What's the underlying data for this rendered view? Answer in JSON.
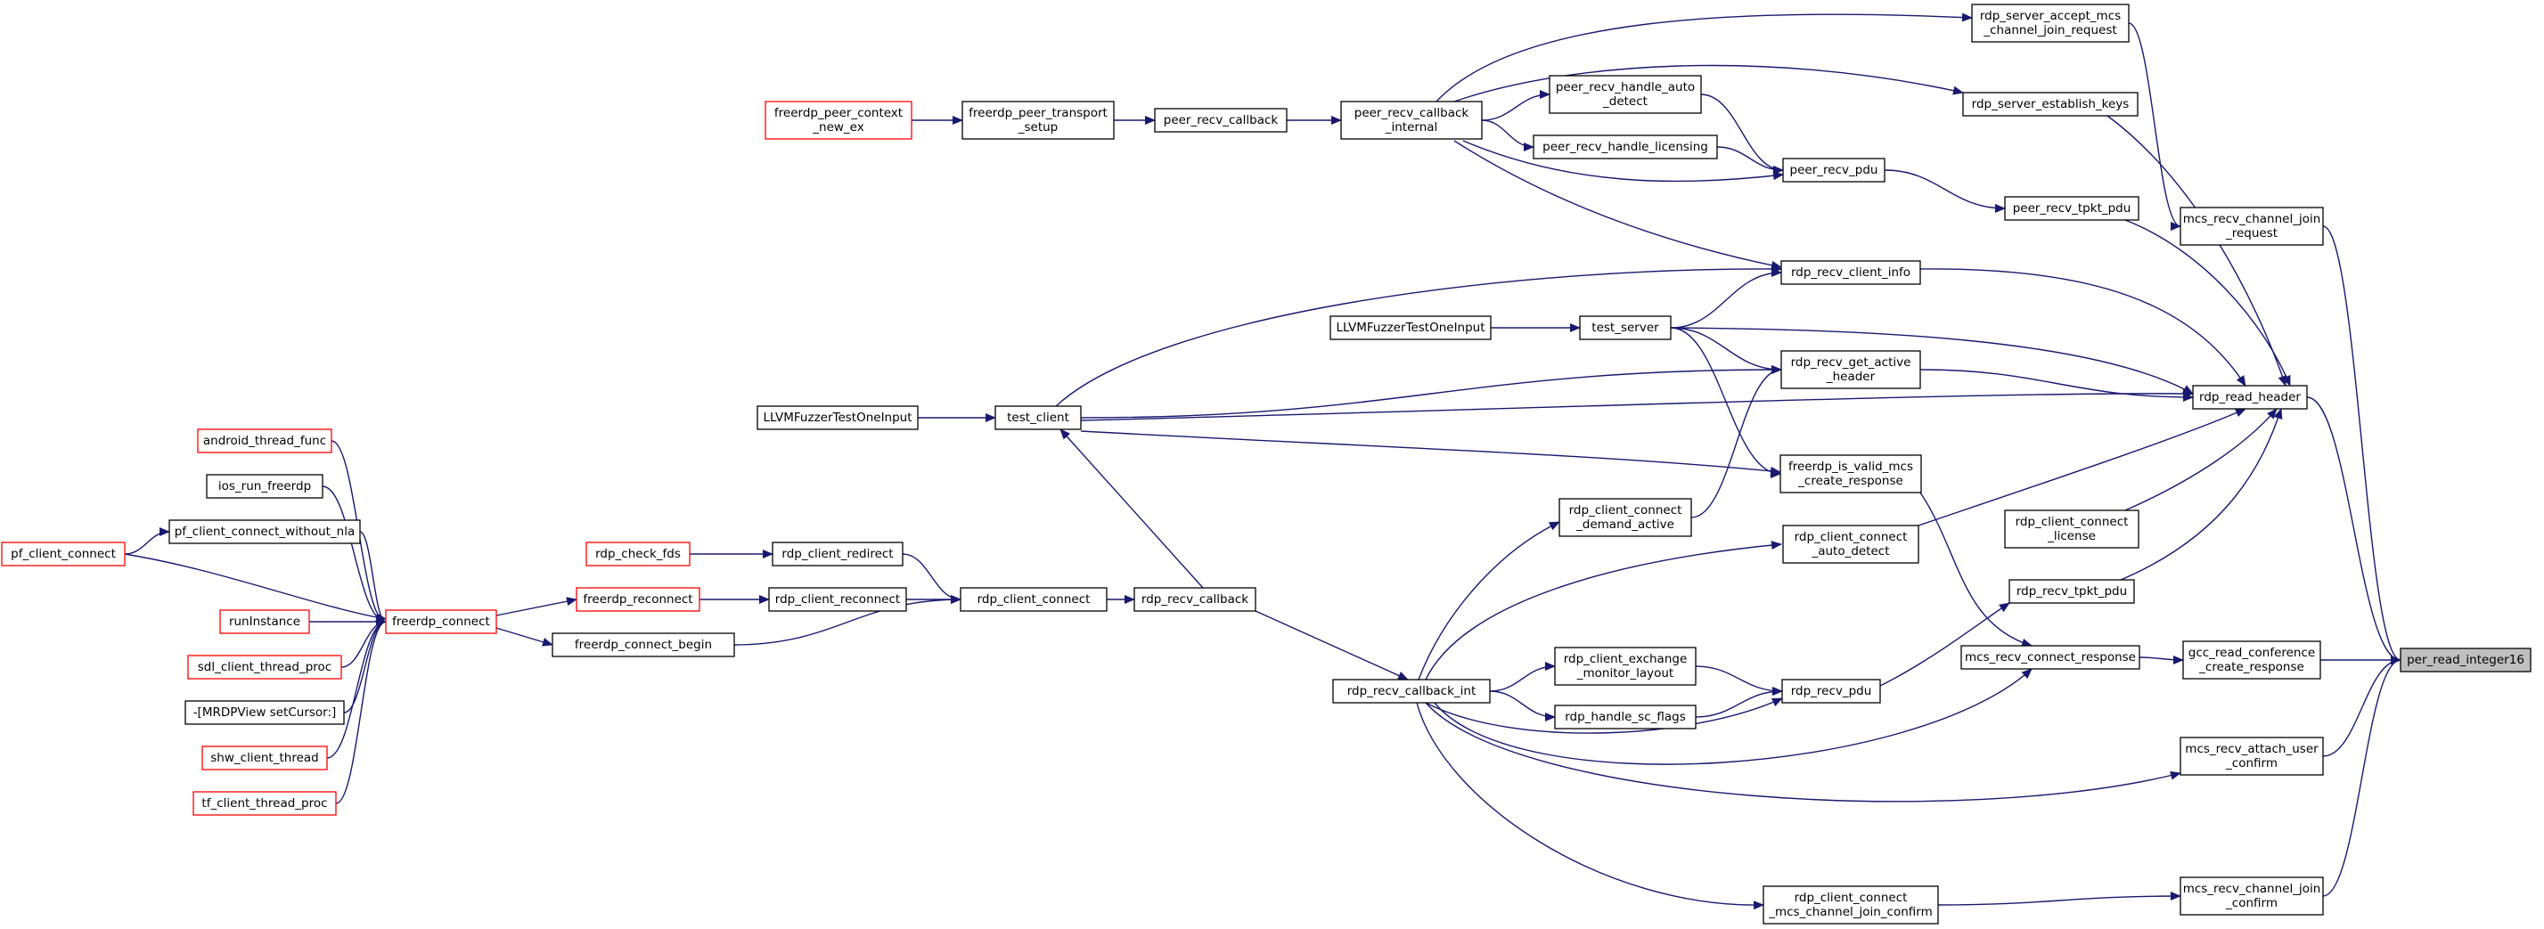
{
  "nodes": {
    "per_read_integer16": {
      "lines": [
        "per_read_integer16"
      ],
      "style": "root"
    },
    "rdp_read_header": {
      "lines": [
        "rdp_read_header"
      ],
      "style": "normal"
    },
    "gcc_read_conference_create_response": {
      "lines": [
        "gcc_read_conference",
        "_create_response"
      ],
      "style": "normal"
    },
    "mcs_recv_attach_user_confirm": {
      "lines": [
        "mcs_recv_attach_user",
        "_confirm"
      ],
      "style": "normal"
    },
    "mcs_recv_channel_join_confirm": {
      "lines": [
        "mcs_recv_channel_join",
        "_confirm"
      ],
      "style": "normal"
    },
    "mcs_recv_channel_join_request": {
      "lines": [
        "mcs_recv_channel_join",
        "_request"
      ],
      "style": "normal"
    },
    "rdp_server_accept_mcs_channel_join_request": {
      "lines": [
        "rdp_server_accept_mcs",
        "_channel_join_request"
      ],
      "style": "normal"
    },
    "rdp_server_establish_keys": {
      "lines": [
        "rdp_server_establish_keys"
      ],
      "style": "normal"
    },
    "peer_recv_tpkt_pdu": {
      "lines": [
        "peer_recv_tpkt_pdu"
      ],
      "style": "normal"
    },
    "rdp_client_connect_license": {
      "lines": [
        "rdp_client_connect",
        "_license"
      ],
      "style": "normal"
    },
    "rdp_recv_tpkt_pdu": {
      "lines": [
        "rdp_recv_tpkt_pdu"
      ],
      "style": "normal"
    },
    "mcs_recv_connect_response": {
      "lines": [
        "mcs_recv_connect_response"
      ],
      "style": "normal"
    },
    "peer_recv_pdu": {
      "lines": [
        "peer_recv_pdu"
      ],
      "style": "normal"
    },
    "rdp_recv_client_info": {
      "lines": [
        "rdp_recv_client_info"
      ],
      "style": "normal"
    },
    "rdp_recv_get_active_header": {
      "lines": [
        "rdp_recv_get_active",
        "_header"
      ],
      "style": "normal"
    },
    "freerdp_is_valid_mcs_create_response": {
      "lines": [
        "freerdp_is_valid_mcs",
        "_create_response"
      ],
      "style": "normal"
    },
    "rdp_client_connect_auto_detect": {
      "lines": [
        "rdp_client_connect",
        "_auto_detect"
      ],
      "style": "normal"
    },
    "rdp_recv_pdu": {
      "lines": [
        "rdp_recv_pdu"
      ],
      "style": "normal"
    },
    "rdp_client_connect_mcs_channel_join_confirm": {
      "lines": [
        "rdp_client_connect",
        "_mcs_channel_join_confirm"
      ],
      "style": "normal"
    },
    "peer_recv_handle_auto_detect": {
      "lines": [
        "peer_recv_handle_auto",
        "_detect"
      ],
      "style": "normal"
    },
    "peer_recv_handle_licensing": {
      "lines": [
        "peer_recv_handle_licensing"
      ],
      "style": "normal"
    },
    "test_server": {
      "lines": [
        "test_server"
      ],
      "style": "normal"
    },
    "rdp_client_connect_demand_active": {
      "lines": [
        "rdp_client_connect",
        "_demand_active"
      ],
      "style": "normal"
    },
    "rdp_client_exchange_monitor_layout": {
      "lines": [
        "rdp_client_exchange",
        "_monitor_layout"
      ],
      "style": "normal"
    },
    "rdp_handle_sc_flags": {
      "lines": [
        "rdp_handle_sc_flags"
      ],
      "style": "normal"
    },
    "peer_recv_callback_internal": {
      "lines": [
        "peer_recv_callback",
        "_internal"
      ],
      "style": "normal"
    },
    "rdp_recv_callback_int": {
      "lines": [
        "rdp_recv_callback_int"
      ],
      "style": "normal"
    },
    "LLVMFuzzerTestOneInput_a": {
      "lines": [
        "LLVMFuzzerTestOneInput"
      ],
      "style": "normal"
    },
    "test_client": {
      "lines": [
        "test_client"
      ],
      "style": "normal"
    },
    "rdp_recv_callback": {
      "lines": [
        "rdp_recv_callback"
      ],
      "style": "normal"
    },
    "peer_recv_callback": {
      "lines": [
        "peer_recv_callback"
      ],
      "style": "normal"
    },
    "freerdp_peer_transport_setup": {
      "lines": [
        "freerdp_peer_transport",
        "_setup"
      ],
      "style": "normal"
    },
    "freerdp_peer_context_new_ex": {
      "lines": [
        "freerdp_peer_context",
        "_new_ex"
      ],
      "style": "truncated"
    },
    "LLVMFuzzerTestOneInput_b": {
      "lines": [
        "LLVMFuzzerTestOneInput"
      ],
      "style": "normal"
    },
    "rdp_client_connect": {
      "lines": [
        "rdp_client_connect"
      ],
      "style": "normal"
    },
    "rdp_client_redirect": {
      "lines": [
        "rdp_client_redirect"
      ],
      "style": "normal"
    },
    "rdp_client_reconnect": {
      "lines": [
        "rdp_client_reconnect"
      ],
      "style": "normal"
    },
    "freerdp_connect_begin": {
      "lines": [
        "freerdp_connect_begin"
      ],
      "style": "normal"
    },
    "rdp_check_fds": {
      "lines": [
        "rdp_check_fds"
      ],
      "style": "truncated"
    },
    "freerdp_reconnect": {
      "lines": [
        "freerdp_reconnect"
      ],
      "style": "truncated"
    },
    "freerdp_connect": {
      "lines": [
        "freerdp_connect"
      ],
      "style": "truncated"
    },
    "android_thread_func": {
      "lines": [
        "android_thread_func"
      ],
      "style": "truncated"
    },
    "ios_run_freerdp": {
      "lines": [
        "ios_run_freerdp"
      ],
      "style": "normal"
    },
    "pf_client_connect_without_nla": {
      "lines": [
        "pf_client_connect_without_nla"
      ],
      "style": "normal"
    },
    "pf_client_connect": {
      "lines": [
        "pf_client_connect"
      ],
      "style": "truncated"
    },
    "runInstance": {
      "lines": [
        "runInstance"
      ],
      "style": "truncated"
    },
    "sdl_client_thread_proc": {
      "lines": [
        "sdl_client_thread_proc"
      ],
      "style": "truncated"
    },
    "MRDPView_setCursor": {
      "lines": [
        "-[MRDPView setCursor:]"
      ],
      "style": "normal"
    },
    "shw_client_thread": {
      "lines": [
        "shw_client_thread"
      ],
      "style": "truncated"
    },
    "tf_client_thread_proc": {
      "lines": [
        "tf_client_thread_proc"
      ],
      "style": "truncated"
    }
  },
  "edges": [
    [
      "rdp_read_header",
      "per_read_integer16"
    ],
    [
      "gcc_read_conference_create_response",
      "per_read_integer16"
    ],
    [
      "mcs_recv_attach_user_confirm",
      "per_read_integer16"
    ],
    [
      "mcs_recv_channel_join_confirm",
      "per_read_integer16"
    ],
    [
      "mcs_recv_channel_join_request",
      "per_read_integer16"
    ],
    [
      "rdp_server_accept_mcs_channel_join_request",
      "mcs_recv_channel_join_request"
    ],
    [
      "rdp_server_establish_keys",
      "rdp_read_header"
    ],
    [
      "peer_recv_tpkt_pdu",
      "rdp_read_header"
    ],
    [
      "rdp_client_connect_license",
      "rdp_read_header"
    ],
    [
      "rdp_recv_tpkt_pdu",
      "rdp_read_header"
    ],
    [
      "rdp_recv_client_info",
      "rdp_read_header"
    ],
    [
      "rdp_recv_get_active_header",
      "rdp_read_header"
    ],
    [
      "rdp_client_connect_auto_detect",
      "rdp_read_header"
    ],
    [
      "test_server",
      "rdp_read_header"
    ],
    [
      "test_client",
      "rdp_read_header"
    ],
    [
      "mcs_recv_connect_response",
      "gcc_read_conference_create_response"
    ],
    [
      "freerdp_is_valid_mcs_create_response",
      "mcs_recv_connect_response"
    ],
    [
      "rdp_recv_callback_int",
      "mcs_recv_connect_response"
    ],
    [
      "rdp_recv_callback_int",
      "mcs_recv_attach_user_confirm"
    ],
    [
      "rdp_client_connect_mcs_channel_join_confirm",
      "mcs_recv_channel_join_confirm"
    ],
    [
      "peer_recv_pdu",
      "peer_recv_tpkt_pdu"
    ],
    [
      "rdp_recv_pdu",
      "rdp_recv_tpkt_pdu"
    ],
    [
      "peer_recv_handle_auto_detect",
      "peer_recv_pdu"
    ],
    [
      "peer_recv_handle_licensing",
      "peer_recv_pdu"
    ],
    [
      "peer_recv_callback_internal",
      "peer_recv_pdu"
    ],
    [
      "peer_recv_callback_internal",
      "rdp_server_accept_mcs_channel_join_request"
    ],
    [
      "peer_recv_callback_internal",
      "rdp_server_establish_keys"
    ],
    [
      "peer_recv_callback_internal",
      "peer_recv_handle_auto_detect"
    ],
    [
      "peer_recv_callback_internal",
      "peer_recv_handle_licensing"
    ],
    [
      "peer_recv_callback_internal",
      "rdp_recv_client_info"
    ],
    [
      "test_server",
      "rdp_recv_client_info"
    ],
    [
      "test_client",
      "rdp_recv_client_info"
    ],
    [
      "test_server",
      "rdp_recv_get_active_header"
    ],
    [
      "test_client",
      "rdp_recv_get_active_header"
    ],
    [
      "rdp_client_connect_demand_active",
      "rdp_recv_get_active_header"
    ],
    [
      "test_server",
      "freerdp_is_valid_mcs_create_response"
    ],
    [
      "test_client",
      "freerdp_is_valid_mcs_create_response"
    ],
    [
      "rdp_recv_callback_int",
      "rdp_client_connect_auto_detect"
    ],
    [
      "rdp_recv_callback_int",
      "rdp_client_connect_demand_active"
    ],
    [
      "rdp_recv_callback_int",
      "rdp_client_exchange_monitor_layout"
    ],
    [
      "rdp_recv_callback_int",
      "rdp_handle_sc_flags"
    ],
    [
      "rdp_recv_callback_int",
      "rdp_recv_pdu"
    ],
    [
      "rdp_client_exchange_monitor_layout",
      "rdp_recv_pdu"
    ],
    [
      "rdp_handle_sc_flags",
      "rdp_recv_pdu"
    ],
    [
      "rdp_recv_callback_int",
      "rdp_client_connect_mcs_channel_join_confirm"
    ],
    [
      "LLVMFuzzerTestOneInput_a",
      "test_server"
    ],
    [
      "LLVMFuzzerTestOneInput_b",
      "test_client"
    ],
    [
      "rdp_recv_callback",
      "test_client"
    ],
    [
      "rdp_recv_callback",
      "rdp_recv_callback_int"
    ],
    [
      "peer_recv_callback",
      "peer_recv_callback_internal"
    ],
    [
      "freerdp_peer_transport_setup",
      "peer_recv_callback"
    ],
    [
      "freerdp_peer_context_new_ex",
      "freerdp_peer_transport_setup"
    ],
    [
      "rdp_client_connect",
      "rdp_recv_callback"
    ],
    [
      "rdp_client_redirect",
      "rdp_client_connect"
    ],
    [
      "rdp_client_reconnect",
      "rdp_client_connect"
    ],
    [
      "freerdp_connect_begin",
      "rdp_client_connect"
    ],
    [
      "rdp_check_fds",
      "rdp_client_redirect"
    ],
    [
      "freerdp_reconnect",
      "rdp_client_reconnect"
    ],
    [
      "freerdp_connect",
      "freerdp_reconnect"
    ],
    [
      "freerdp_connect",
      "freerdp_connect_begin"
    ],
    [
      "android_thread_func",
      "freerdp_connect"
    ],
    [
      "ios_run_freerdp",
      "freerdp_connect"
    ],
    [
      "pf_client_connect_without_nla",
      "freerdp_connect"
    ],
    [
      "pf_client_connect",
      "pf_client_connect_without_nla"
    ],
    [
      "pf_client_connect",
      "freerdp_connect"
    ],
    [
      "runInstance",
      "freerdp_connect"
    ],
    [
      "sdl_client_thread_proc",
      "freerdp_connect"
    ],
    [
      "MRDPView_setCursor",
      "freerdp_connect"
    ],
    [
      "shw_client_thread",
      "freerdp_connect"
    ],
    [
      "tf_client_thread_proc",
      "freerdp_connect"
    ]
  ],
  "colors": {
    "edge": "#191970",
    "node_border": "#000000",
    "truncated_border": "#ff0000",
    "root_fill": "#bfbfbf",
    "background": "#ffffff"
  }
}
